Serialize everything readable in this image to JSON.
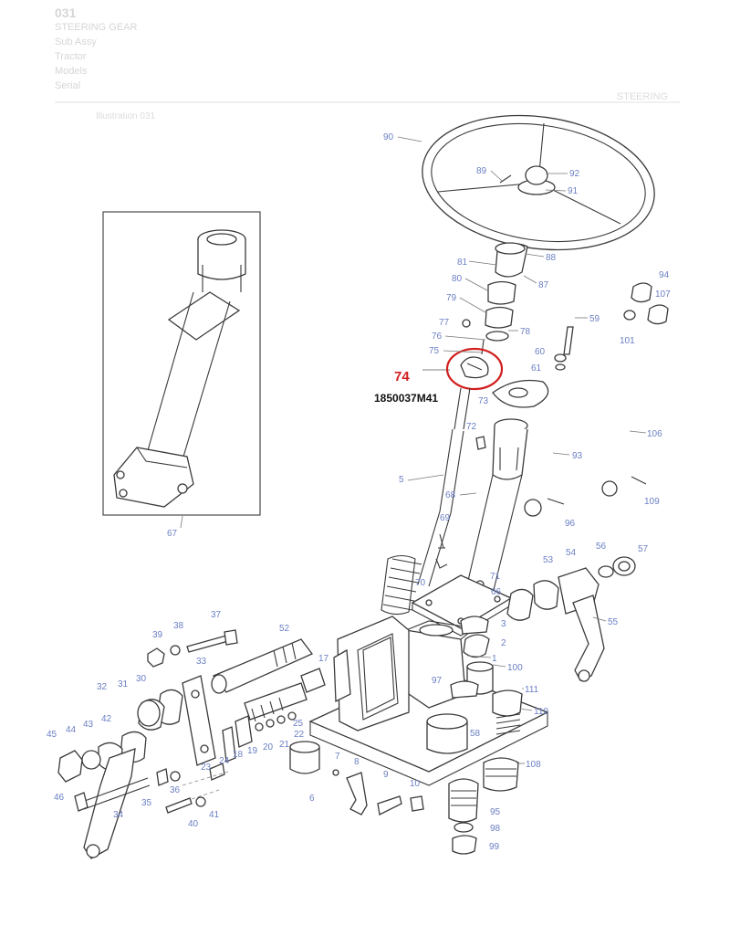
{
  "diagram": {
    "highlight": {
      "part_number": "74",
      "reference_code": "1850037M41",
      "color": "#d21f1f"
    },
    "labels": [
      "90",
      "89",
      "92",
      "91",
      "88",
      "81",
      "87",
      "80",
      "79",
      "77",
      "78",
      "76",
      "75",
      "73",
      "72",
      "5",
      "68",
      "69",
      "70",
      "71",
      "66",
      "3",
      "2",
      "1",
      "59",
      "60",
      "61",
      "93",
      "94",
      "107",
      "101",
      "106",
      "109",
      "96",
      "53",
      "54",
      "56",
      "57",
      "55",
      "52",
      "37",
      "38",
      "39",
      "33",
      "17",
      "30",
      "31",
      "32",
      "42",
      "43",
      "44",
      "45",
      "46",
      "34",
      "35",
      "36",
      "40",
      "41",
      "23",
      "24",
      "18",
      "19",
      "20",
      "21",
      "22",
      "25",
      "6",
      "7",
      "8",
      "9",
      "10",
      "100",
      "97",
      "111",
      "110",
      "58",
      "108",
      "95",
      "98",
      "99",
      "67"
    ],
    "faded_header": [
      "031",
      "STEERING GEAR",
      "Sub Assy",
      "Tractor",
      "Models",
      "Serial"
    ],
    "faded_header_right": "STEERING",
    "faded_subtitle": "Illustration 031"
  }
}
